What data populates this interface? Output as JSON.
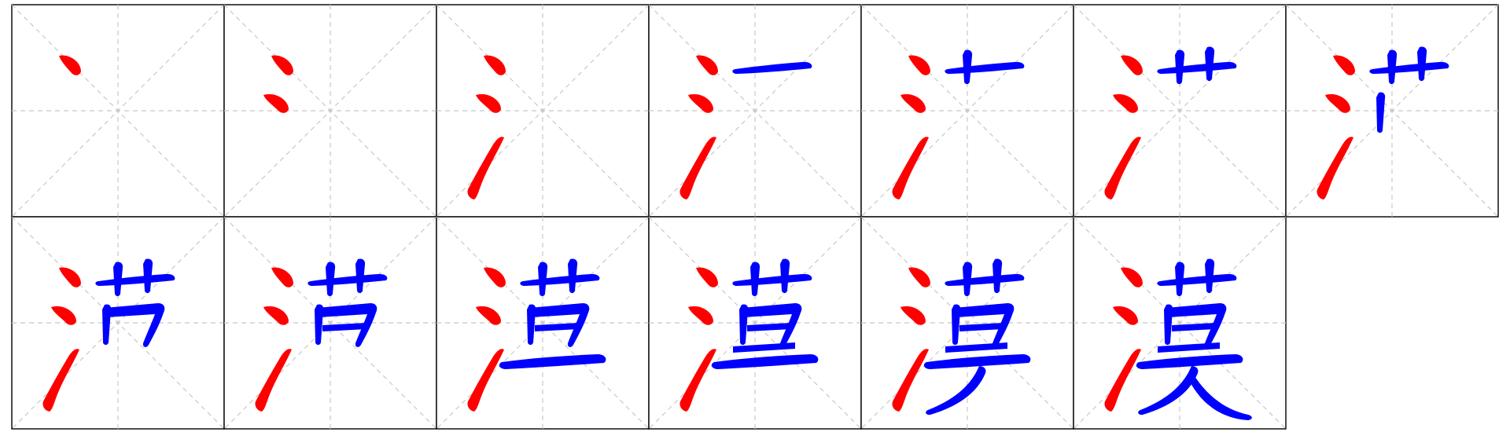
{
  "character": "漠",
  "colors": {
    "radical_strokes": "#ff0000",
    "component_strokes": "#0000ff",
    "cell_border": "#000000",
    "guide_lines": "#c8c8c8",
    "background": "#ffffff"
  },
  "steps": [
    {
      "step": 1,
      "strokes_shown": 1
    },
    {
      "step": 2,
      "strokes_shown": 2
    },
    {
      "step": 3,
      "strokes_shown": 3
    },
    {
      "step": 4,
      "strokes_shown": 4
    },
    {
      "step": 5,
      "strokes_shown": 5
    },
    {
      "step": 6,
      "strokes_shown": 6
    },
    {
      "step": 7,
      "strokes_shown": 7
    },
    {
      "step": 8,
      "strokes_shown": 8
    },
    {
      "step": 9,
      "strokes_shown": 9
    },
    {
      "step": 10,
      "strokes_shown": 10
    },
    {
      "step": 11,
      "strokes_shown": 11
    },
    {
      "step": 12,
      "strokes_shown": 12
    },
    {
      "step": 13,
      "strokes_shown": 13
    }
  ]
}
